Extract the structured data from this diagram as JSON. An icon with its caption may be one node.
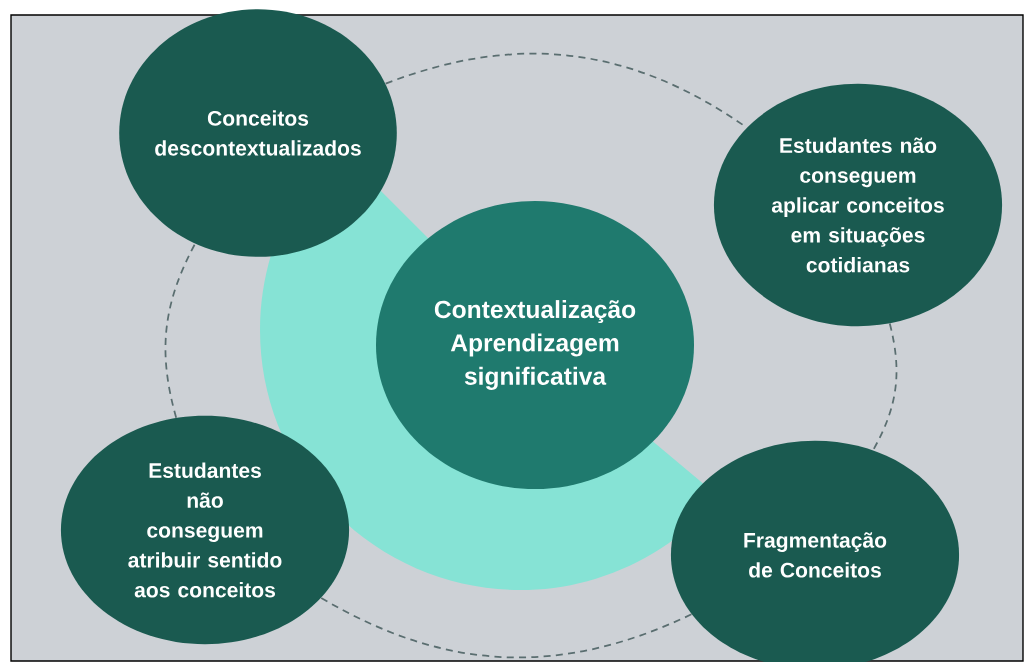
{
  "diagram": {
    "nodes": [
      {
        "text": [
          "Conceitos descontextualizados"
        ]
      },
      {
        "text": [
          "Estudantes não conseguem aplicar conceitos em situações cotidianas"
        ]
      },
      {
        "text": [
          "Contextualização Aprendizagem significativa"
        ]
      },
      {
        "text": [
          "Estudantes não conseguem atribuir sentido aos conceitos"
        ]
      },
      {
        "text": [
          "Fragmentação de Conceitos"
        ]
      }
    ],
    "edges": [
      {
        "from": 0,
        "to": 1,
        "arrow": "none",
        "style": "dashed"
      },
      {
        "from": 1,
        "to": 4,
        "arrow": "none",
        "style": "dashed"
      },
      {
        "from": 4,
        "to": 3,
        "arrow": "none",
        "style": "dashed"
      },
      {
        "from": 3,
        "to": 0,
        "arrow": "none",
        "style": "dashed"
      }
    ]
  }
}
